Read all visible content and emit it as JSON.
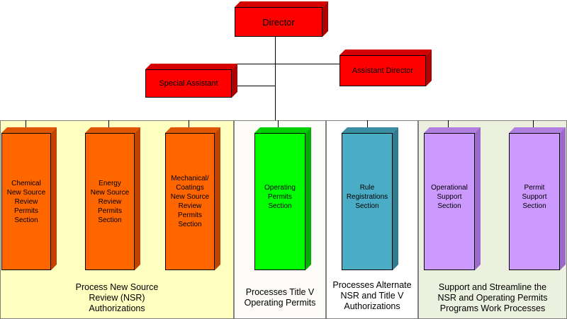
{
  "colors": {
    "red": "#ff0000",
    "orange": "#ff6600",
    "green": "#00ff00",
    "teal": "#4bacc6",
    "purple": "#cc99ff",
    "panel_yellow": "#ffffc0",
    "panel_white": "#fdfbf7",
    "panel_sage": "#ebf1de"
  },
  "leadership": {
    "director": "Director",
    "special_assistant": "Special Assistant",
    "assistant_director": "Assistant Director"
  },
  "groups": [
    {
      "caption": "Process New Source\nReview (NSR)\nAuthorizations",
      "sections": [
        "Chemical\nNew Source\nReview\nPermits\nSection",
        "Energy\nNew Source\nReview\nPermits\nSection",
        "Mechanical/\nCoatings\nNew Source\nReview\nPermits\nSection"
      ]
    },
    {
      "caption": "Processes Title V\nOperating Permits",
      "sections": [
        "Operating\nPermits\nSection"
      ]
    },
    {
      "caption": "Processes Alternate\nNSR and Title V\nAuthorizations",
      "sections": [
        "Rule\nRegistrations\nSection"
      ]
    },
    {
      "caption": "Support and Streamline the\nNSR and Operating Permits\nPrograms Work Processes",
      "sections": [
        "Operational\nSupport\nSection",
        "Permit\nSupport\nSection"
      ]
    }
  ]
}
